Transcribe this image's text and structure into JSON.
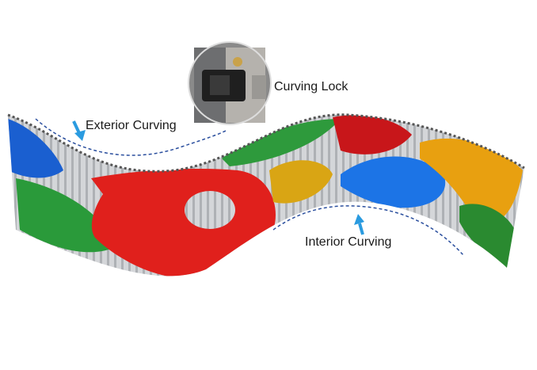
{
  "labels": {
    "curving_lock": "Curving Lock",
    "exterior_curving": "Exterior Curving",
    "interior_curving": "Interior Curving"
  },
  "colors": {
    "arrow": "#2a9be0",
    "dashed_line": "#2b4f9e",
    "fish_red": "#e0201c",
    "fish_blue": "#1a6fe0",
    "fish_green": "#2a9a3a",
    "fish_yellow": "#e8a010",
    "panel_gray": "#c9cbce"
  }
}
